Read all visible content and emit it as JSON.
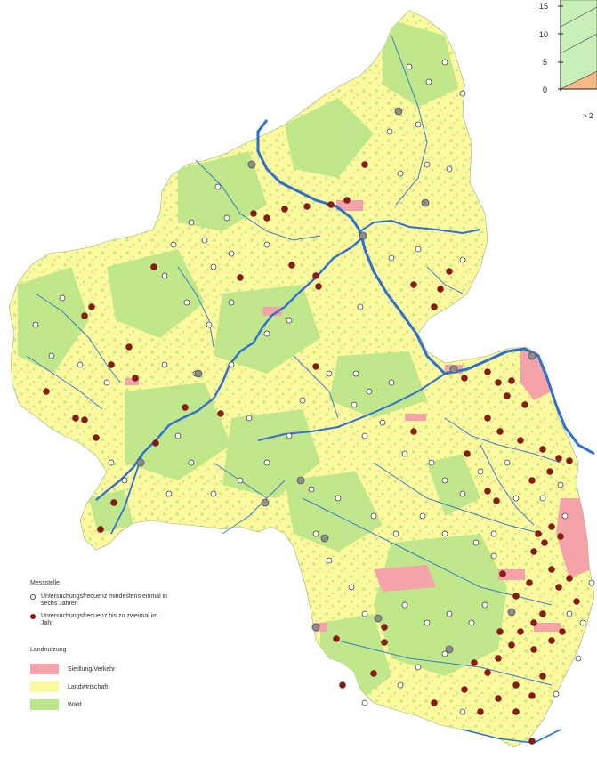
{
  "legend": {
    "measuring_title": "Messstelle",
    "item_open": "Untersuchungsfrequenz mindestens einmal in sechs Jahren",
    "item_red": "Untersuchungsfrequenz bis zu zweimal im Jahr",
    "landuse_title": "Landnutzung",
    "lu_settlement": "Siedlung/Verkehr",
    "lu_agri": "Landwirtschaft",
    "lu_forest": "Wald"
  },
  "inset_chart": {
    "y_ticks": [
      "15",
      "10",
      "5",
      "0"
    ],
    "x_label": "> 2"
  },
  "colors": {
    "settlement": "#f4a3a8",
    "agriculture": "#fdfa9e",
    "forest": "#bde68a",
    "river": "#2e6fd1",
    "red_dot": "#8b1a12",
    "open_dot": "#ffffff"
  }
}
